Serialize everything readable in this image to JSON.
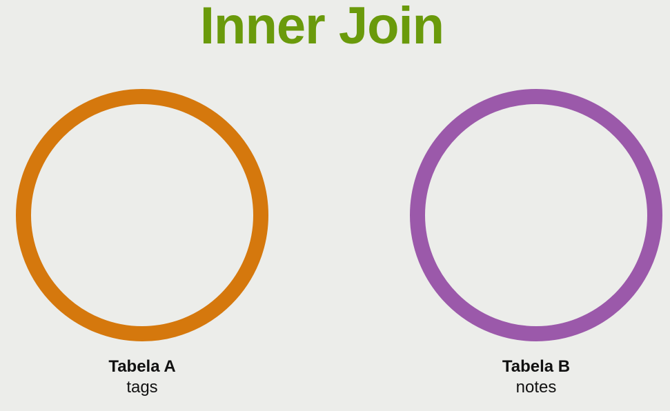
{
  "title": "Inner Join",
  "colors": {
    "title": "#6a9a0b",
    "table_a": "#d5780d",
    "table_b": "#9b59aa",
    "background": "#ecedea"
  },
  "tables": [
    {
      "name": "Tabela A",
      "subtitle": "tags"
    },
    {
      "name": "Tabela B",
      "subtitle": "notes"
    }
  ]
}
